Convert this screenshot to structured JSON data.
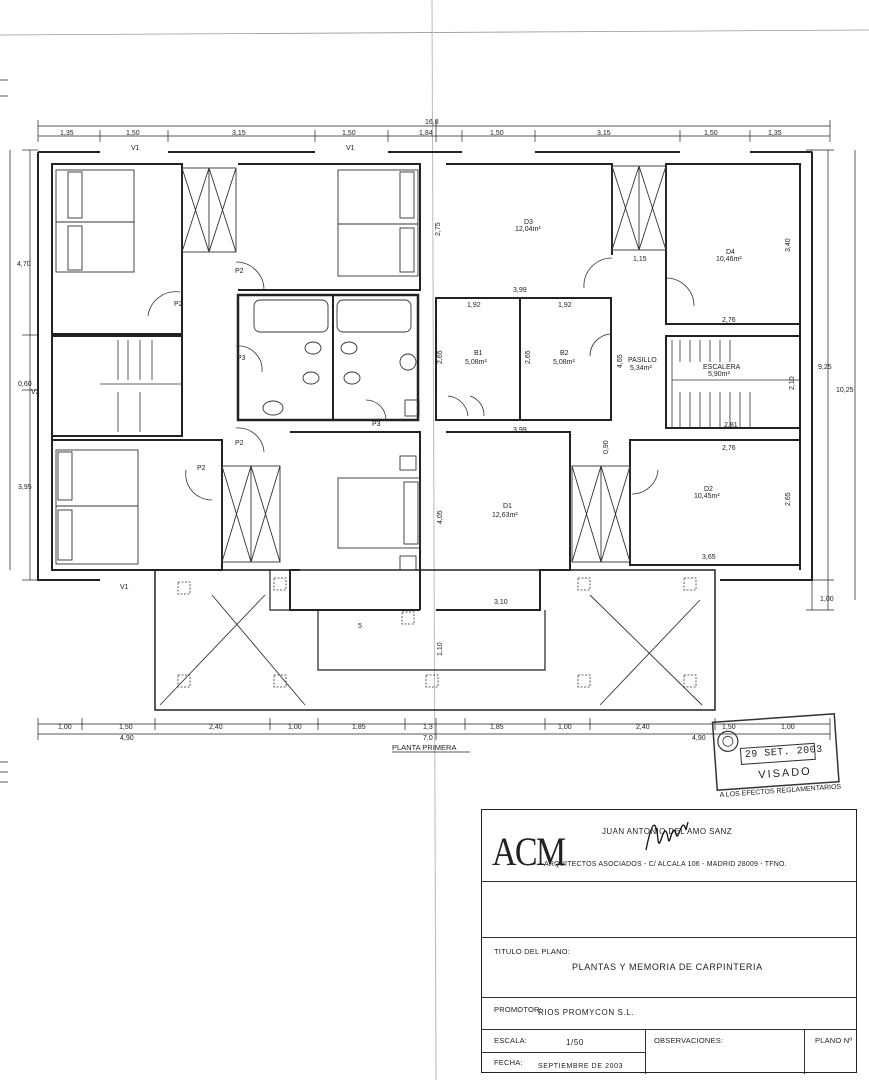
{
  "plan": {
    "caption": "PLANTA PRIMERA",
    "top_dims": {
      "overall": "16,8",
      "center": "1,84",
      "left": [
        "1,35",
        "1,50",
        "3,15",
        "1,50"
      ],
      "right": [
        "1,50",
        "3,15",
        "1,50",
        "1,35"
      ]
    },
    "bottom_dims": {
      "row1_left": [
        "1,00",
        "1,50",
        "2,40",
        "1,00",
        "1,85"
      ],
      "row1_center": "1,3",
      "row1_right": [
        "1,85",
        "1,00",
        "2,40",
        "1,50",
        "1,00"
      ],
      "row2_left": "4,90",
      "row2_center": "7,0",
      "row2_right": "4,90"
    },
    "side_dims": {
      "left": [
        "4,70",
        "0,60",
        "3,95"
      ],
      "right_inner": "9,25",
      "right_outer": "10,25",
      "right_low": "1,00"
    },
    "windows": {
      "v1": "V1",
      "v2": "V2"
    },
    "doors": {
      "p2": "P2",
      "p3": "P3"
    },
    "rooms": {
      "d3": {
        "name": "D3",
        "area": "12,04m²"
      },
      "d4": {
        "name": "D4",
        "area": "10,46m²"
      },
      "b1": {
        "name": "B1",
        "area": "5,08m²"
      },
      "b2": {
        "name": "B2",
        "area": "5,08m²"
      },
      "pasillo": {
        "name": "PASILLO",
        "area": "5,34m²"
      },
      "escalera": {
        "name": "ESCALERA",
        "area": "5,90m²"
      },
      "d1": {
        "name": "D1",
        "area": "12,63m²"
      },
      "d2": {
        "name": "D2",
        "area": "10,45m²"
      }
    },
    "inner_dims": {
      "d3_side": "2,75",
      "closet_w": "1,15",
      "d4_h": "3,40",
      "d4_w": "2,76",
      "baths_top": "3,99",
      "b1_w": "1,92",
      "b2_w": "1,92",
      "b_h": "2,65",
      "b2_h": "2,65",
      "pasillo_h": "4,65",
      "esc_h": "2,10",
      "esc_w": "2,81",
      "baths_bottom": "3,99",
      "door_gap": "0,90",
      "d2_w": "2,76",
      "d2_h": "2,65",
      "d2_bottom": "3,65",
      "d1_h": "4,05",
      "terrace_w": "3,10",
      "terrace_h": "1,10",
      "terrace_mark": "5"
    }
  },
  "title_block": {
    "logo": "ACM",
    "architect": "JUAN ANTONIO DEL AMO SANZ",
    "firm": "ARQUITECTOS ASOCIADOS - C/ ALCALA 106 - MADRID 28009 - TFNO.",
    "titulo_label": "TITULO DEL PLANO:",
    "titulo": "PLANTAS Y MEMORIA DE CARPINTERIA",
    "promotor_label": "PROMOTOR:",
    "promotor": "RIOS PROMYCON S.L.",
    "escala_label": "ESCALA:",
    "escala": "1/50",
    "observaciones_label": "OBSERVACIONES:",
    "plano_label": "PLANO Nº",
    "fecha_label": "FECHA:",
    "fecha": "SEPTIEMBRE DE 2003"
  },
  "stamp": {
    "date": "29 SET. 2003",
    "title": "VISADO",
    "note": "A LOS EFECTOS REGLAMENTARIOS"
  }
}
